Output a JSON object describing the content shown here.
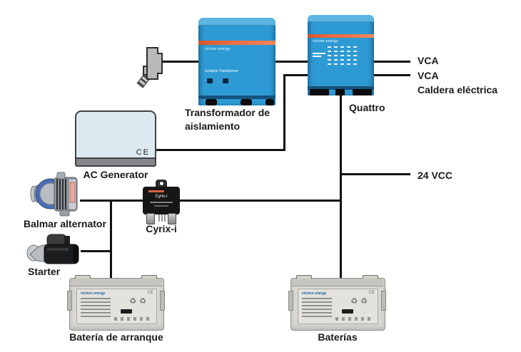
{
  "colors": {
    "wire": "#111111",
    "label-text": "#1a1a1a",
    "device-blue": "#2e9ad4",
    "device-blue-light": "#5ab5e1",
    "device-blue-dark": "#14527e",
    "accent-orange": "#ee6a41",
    "generator-fill": "#dde9f0",
    "generator-base": "#85878a",
    "battery-body": "#d8d7d2",
    "cyrix-body": "#161616"
  },
  "labels": {
    "transformer": "Transformador de aislamiento",
    "quattro": "Quattro",
    "generator": "AC Generator",
    "balmar": "Balmar alternator",
    "cyrix": "Cyrix-i",
    "starter": "Starter",
    "battery_start": "Batería de arranque",
    "battery_bank": "Baterías"
  },
  "connections": {
    "vca_top": "VCA",
    "vca_bottom": "VCA",
    "vca_bottom_sub": "Caldera eléctrica",
    "dc_bus": "24 VCC"
  },
  "device_text": {
    "brand": "victron energy",
    "transformer_model": "Isolation Transformer",
    "cyrix_model": "Cyrix-i",
    "generator_ce": "CE"
  }
}
